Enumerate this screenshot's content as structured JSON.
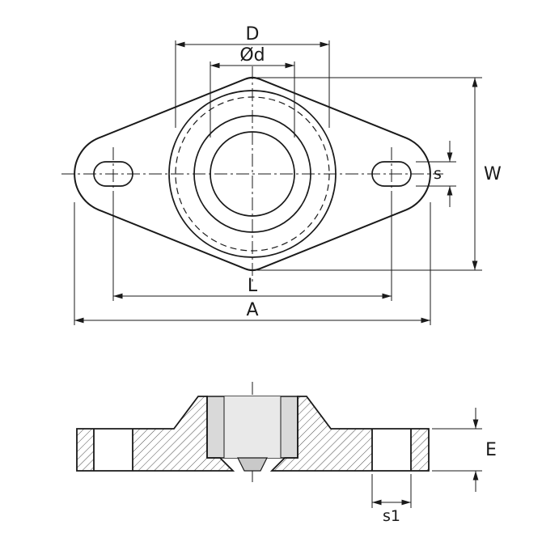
{
  "top_view": {
    "dim_d": "D",
    "dim_bore": "Ød",
    "dim_s": "s",
    "dim_w": "W",
    "dim_l": "L",
    "dim_a": "A"
  },
  "section_view": {
    "dim_e": "E",
    "dim_s1": "s1"
  },
  "colors": {
    "line": "#1a1a1a",
    "background": "#ffffff",
    "insert_gray": "#d9d9d9",
    "bore_gray": "#e9e9e9",
    "collar_gray": "#c9c9c9"
  }
}
